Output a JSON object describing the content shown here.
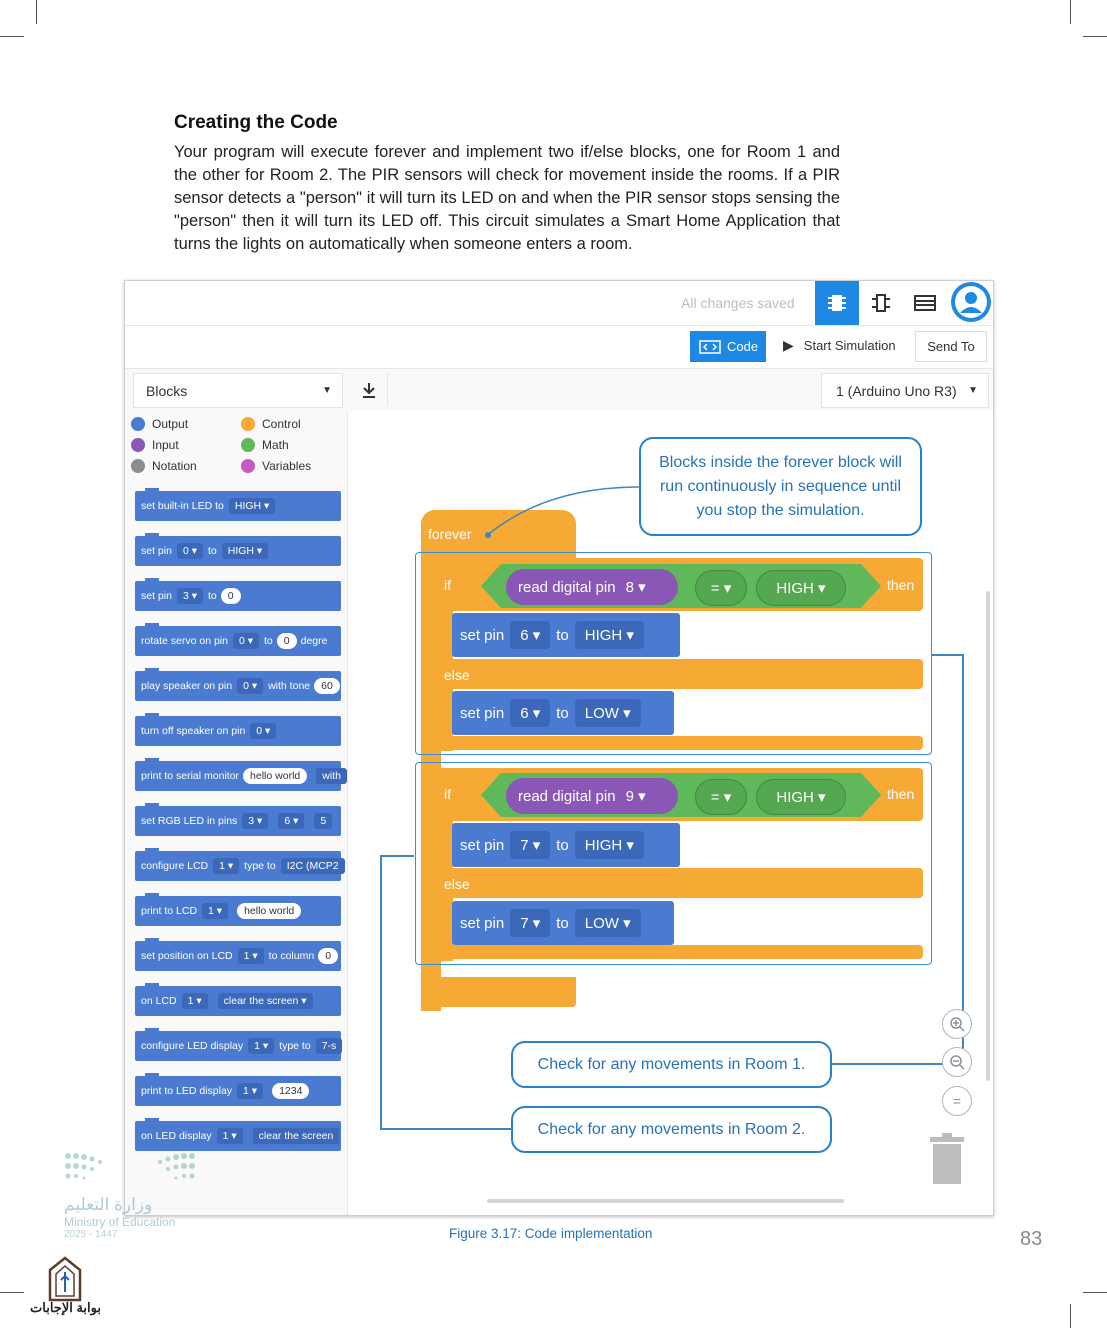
{
  "section": {
    "title": "Creating the Code",
    "body": "Your program will execute forever and implement two if/else blocks, one for Room 1 and the other for Room 2. The PIR sensors will check for movement inside the rooms. If a PIR sensor detects a \"person\" it will turn its LED on and when the PIR sensor stops sensing the \"person\" then it will turn its LED off. This circuit simulates a Smart Home Application that turns the lights on automatically when someone enters a room."
  },
  "topbar": {
    "saved": "All changes saved"
  },
  "toolbar": {
    "code_label": "Code",
    "simulation_label": "Start Simulation",
    "send_label": "Send To"
  },
  "editor": {
    "blocks_dropdown": "Blocks",
    "device_dropdown": "1 (Arduino Uno R3)"
  },
  "categories": [
    {
      "label": "Output",
      "color": "#4a7bd0"
    },
    {
      "label": "Control",
      "color": "#f7a936"
    },
    {
      "label": "Input",
      "color": "#8a57b7"
    },
    {
      "label": "Math",
      "color": "#5fb85a"
    },
    {
      "label": "Notation",
      "color": "#8e8e8e"
    },
    {
      "label": "Variables",
      "color": "#c35bc3"
    }
  ],
  "palette": [
    {
      "t1": "set built-in LED to",
      "p1": "HIGH ▾"
    },
    {
      "t1": "set pin",
      "p1": "0 ▾",
      "t2": "to",
      "p2": "HIGH ▾"
    },
    {
      "t1": "set pin",
      "p1": "3 ▾",
      "t2": "to",
      "w2": "0"
    },
    {
      "t1": "rotate servo on pin",
      "p1": "0 ▾",
      "t2": "to",
      "w2": "0",
      "t3": "degre"
    },
    {
      "t1": "play speaker on pin",
      "p1": "0 ▾",
      "t2": "with tone",
      "w2": "60"
    },
    {
      "t1": "turn off speaker on pin",
      "p1": "0 ▾"
    },
    {
      "t1": "print to serial monitor",
      "w1": "hello world",
      "p2": "with"
    },
    {
      "t1": "set RGB LED in pins",
      "p1": "3 ▾",
      "p2": "6 ▾",
      "p3": "5"
    },
    {
      "t1": "configure LCD",
      "p1": "1 ▾",
      "t2": "type to",
      "p2": "I2C (MCP2"
    },
    {
      "t1": "print to LCD",
      "p1": "1 ▾",
      "w2": "hello world"
    },
    {
      "t1": "set position on LCD",
      "p1": "1 ▾",
      "t2": "to column",
      "w2": "0"
    },
    {
      "t1": "on LCD",
      "p1": "1 ▾",
      "p2": "clear the screen ▾"
    },
    {
      "t1": "configure LED display",
      "p1": "1 ▾",
      "t2": "type to",
      "p2": "7-s"
    },
    {
      "t1": "print to LED display",
      "p1": "1 ▾",
      "w2": "1234"
    },
    {
      "t1": "on LED display",
      "p1": "1 ▾",
      "p2": "clear the screen"
    }
  ],
  "code": {
    "forever": "forever",
    "if_label": "if",
    "then_label": "then",
    "else_label": "else",
    "read_label": "read digital pin",
    "eq_label": "= ▾",
    "high_label": "HIGH ▾",
    "set_label": "set pin",
    "to_label": "to",
    "low_label": "LOW ▾",
    "room1": {
      "read_pin": "8 ▾",
      "led_pin": "6 ▾"
    },
    "room2": {
      "read_pin": "9 ▾",
      "led_pin": "7 ▾"
    }
  },
  "callouts": {
    "forever": "Blocks inside the forever block will run continuously in sequence until you stop the simulation.",
    "room1": "Check for any movements in Room 1.",
    "room2": "Check for any movements in Room 2."
  },
  "caption": "Figure 3.17: Code implementation",
  "page_number": "83",
  "footer": {
    "ministry_ar": "وزارة التعليم",
    "ministry_en": "Ministry of Education",
    "year": "2025 - 1447",
    "portal": "بوابة الإجابات"
  }
}
